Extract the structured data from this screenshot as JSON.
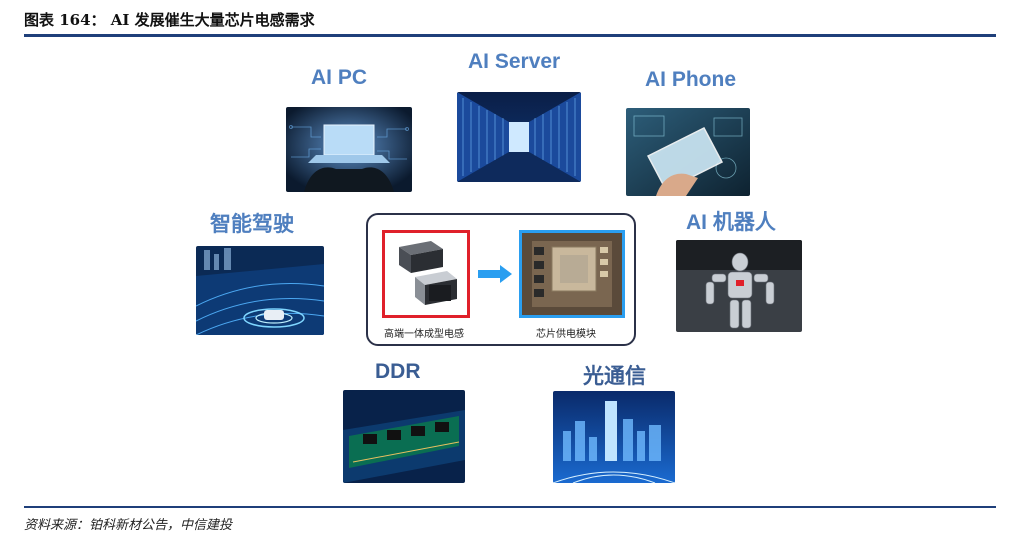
{
  "figure": {
    "title": "图表 164： AI 发展催生大量芯片电感需求",
    "source": "资料来源：铂科新材公告，中信建投"
  },
  "labels": {
    "ai_pc": "AI PC",
    "ai_server": "AI Server",
    "ai_phone": "AI Phone",
    "autonomous_driving": "智能驾驶",
    "ai_robot": "AI 机器人",
    "ddr": "DDR",
    "optical_comm": "光通信"
  },
  "center": {
    "left_caption": "高端一体成型电感",
    "right_caption": "芯片供电模块"
  },
  "colors": {
    "rule": "#1f3f7a",
    "label_blue": "#4f7fbf",
    "red_frame": "#e0202a",
    "blue_frame": "#2a9ef0",
    "arrow": "#2a9ef0"
  }
}
